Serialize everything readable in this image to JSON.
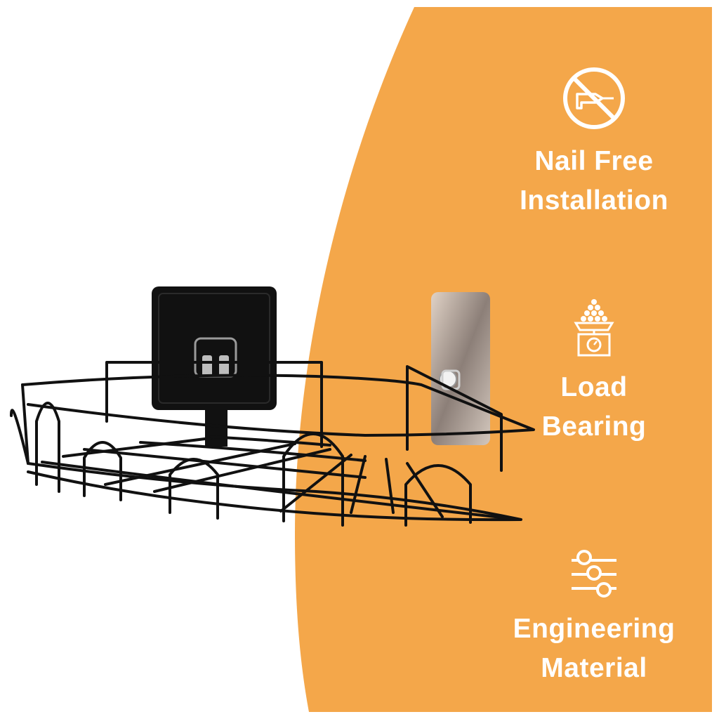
{
  "colors": {
    "accent_orange": "#F4A74A",
    "background": "#FFFFFF",
    "wire": "#111111",
    "text": "#FFFFFF"
  },
  "product": {
    "icon": "corner-wire-shelf-illustration"
  },
  "features": [
    {
      "icon": "no-drill-icon",
      "line1": "Nail Free",
      "line2": "Installation"
    },
    {
      "icon": "weight-scale-icon",
      "line1": "Load",
      "line2": "Bearing"
    },
    {
      "icon": "adjustment-sliders-icon",
      "line1": "Engineering",
      "line2": "Material"
    }
  ]
}
